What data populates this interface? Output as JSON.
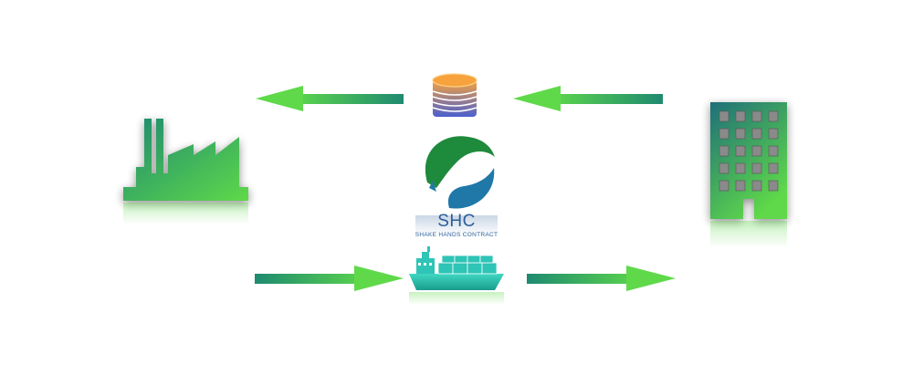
{
  "brand": {
    "name": "SHC",
    "tagline": "SHAKE HANDS CONTRACT"
  },
  "nodes": {
    "left": "factory-icon",
    "right": "office-building-icon",
    "top_center": "coin-stack-icon",
    "center": "shc-logo-icon",
    "bottom_center": "container-ship-icon"
  },
  "flows": [
    {
      "name": "money-to-factory",
      "direction": "left"
    },
    {
      "name": "money-from-building",
      "direction": "left"
    },
    {
      "name": "goods-from-factory",
      "direction": "right"
    },
    {
      "name": "goods-to-building",
      "direction": "right"
    }
  ],
  "colors": {
    "green_dark": "#1f8a70",
    "green_light": "#5fd94a",
    "teal": "#2ec4b6",
    "coin_orange": "#f7a23c",
    "coin_blue": "#4a5fd0",
    "logo_green": "#1e8a3c",
    "logo_blue": "#1f78a8",
    "brand_text": "#2b5e9a"
  }
}
